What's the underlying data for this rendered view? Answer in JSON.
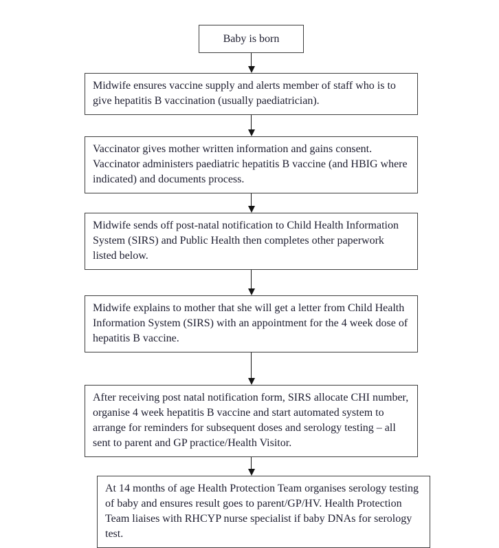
{
  "page": {
    "background": "#ffffff",
    "colors": {
      "box_border": "#3d3d3d",
      "text": "#1c1c2e",
      "arrow": "#141414"
    }
  },
  "flowchart": {
    "type": "flowchart",
    "direction": "top-down",
    "nodes": [
      {
        "id": "start",
        "text": "Baby is born"
      },
      {
        "id": "step1",
        "text": "Midwife ensures vaccine supply and alerts member of staff who is to give hepatitis B vaccination (usually paediatrician)."
      },
      {
        "id": "step2",
        "text": "Vaccinator gives mother written information and gains consent. Vaccinator administers paediatric hepatitis B vaccine (and HBIG where indicated) and documents process."
      },
      {
        "id": "step3",
        "text": "Midwife sends off post-natal notification to Child Health Information System (SIRS) and Public Health then completes other paperwork listed below."
      },
      {
        "id": "step4",
        "text": "Midwife explains to mother that she will get a letter from Child Health Information System (SIRS) with an appointment for the 4 week dose of hepatitis B vaccine."
      },
      {
        "id": "step5",
        "text": "After receiving post natal notification form, SIRS allocate CHI number, organise 4 week hepatitis B vaccine and start automated system to arrange for reminders for subsequent doses and serology testing – all sent to parent and GP practice/Health Visitor."
      },
      {
        "id": "step6",
        "text": "At 14 months of age Health Protection Team organises serology testing of baby and ensures result goes to parent/GP/HV. Health Protection Team liaises with RHCYP nurse specialist if baby DNAs for serology test."
      }
    ],
    "connectors": [
      {
        "from": "start",
        "to": "step1",
        "style": "arrow-down"
      },
      {
        "from": "step1",
        "to": "step2",
        "style": "arrow-down"
      },
      {
        "from": "step2",
        "to": "step3",
        "style": "arrow-down"
      },
      {
        "from": "step3",
        "to": "step4",
        "style": "arrow-down"
      },
      {
        "from": "step4",
        "to": "step5",
        "style": "arrow-down"
      },
      {
        "from": "step5",
        "to": "step6",
        "style": "arrow-down"
      }
    ]
  }
}
